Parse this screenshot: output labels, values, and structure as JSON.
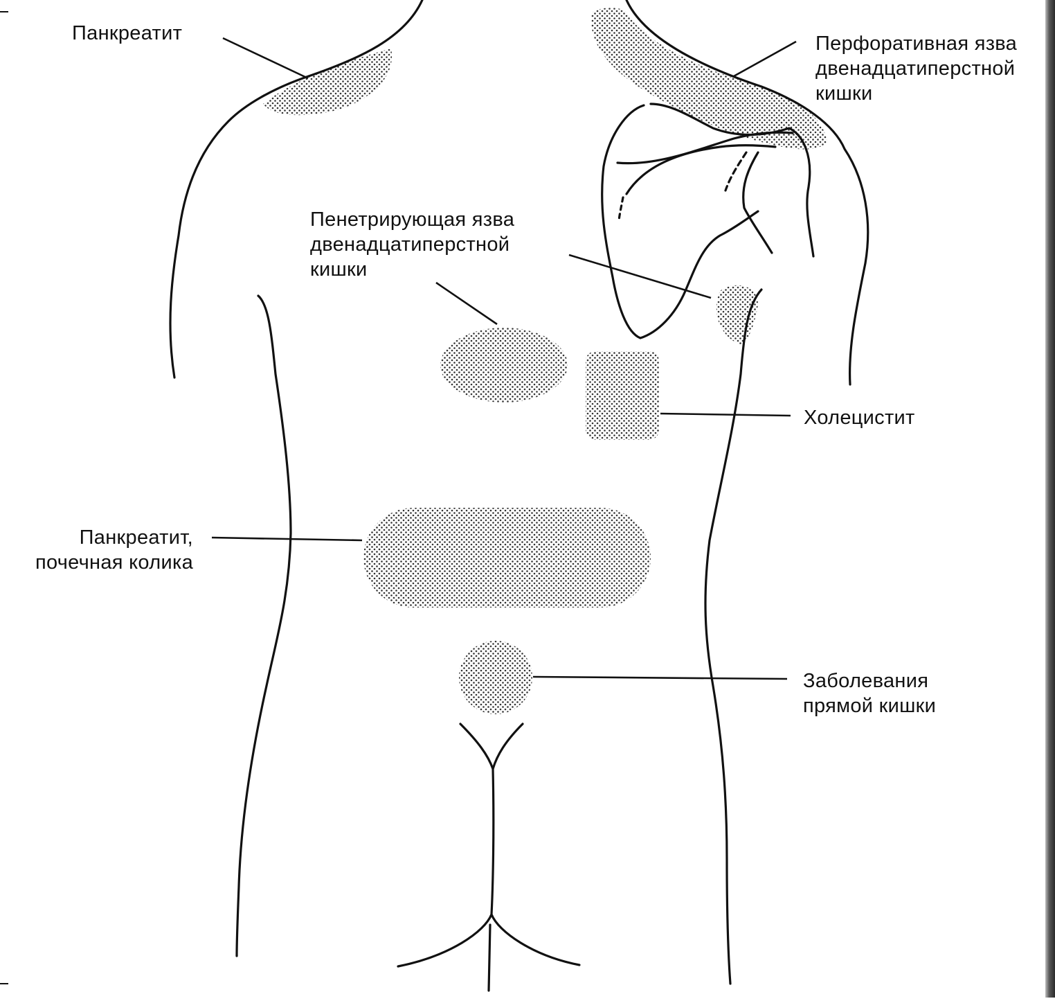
{
  "labels": {
    "pancreatitis_top": "Панкреатит",
    "perforated_ulcer": [
      "Перфоративная язва",
      "двенадцатиперстной",
      "кишки"
    ],
    "penetrating_ulcer": [
      "Пенетрирующая язва",
      "двенадцатиперстной",
      "кишки"
    ],
    "cholecystitis": "Холецистит",
    "pancreatitis_renal": [
      "Панкреатит,",
      "почечная колика"
    ],
    "rectal_disease": [
      "Заболевания",
      "прямой кишки"
    ]
  },
  "colors": {
    "line": "#111111",
    "dots": "#333333",
    "background": "#ffffff"
  }
}
